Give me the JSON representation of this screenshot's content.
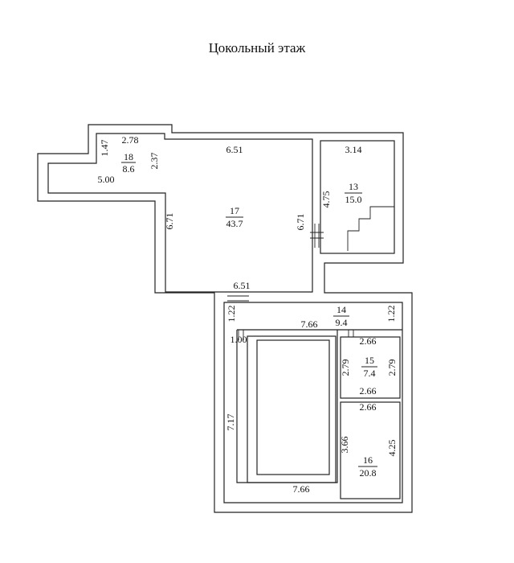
{
  "title": "Цокольный этаж",
  "rooms": [
    {
      "number": "18",
      "area": "8.6"
    },
    {
      "number": "17",
      "area": "43.7"
    },
    {
      "number": "13",
      "area": "15.0"
    },
    {
      "number": "14",
      "area": "9.4"
    },
    {
      "number": "15",
      "area": "7.4"
    },
    {
      "number": "16",
      "area": "20.8"
    }
  ],
  "dimensions": {
    "d18_top": "2.78",
    "d18_left": "1.47",
    "d18_right": "2.37",
    "d18_bottom": "5.00",
    "d17_top": "6.51",
    "d17_left": "6.71",
    "d17_right": "6.71",
    "d17_bottom": "6.51",
    "d13_top": "3.14",
    "d13_left": "4.75",
    "d14_left": "1.22",
    "d14_right": "1.22",
    "d14_width": "7.66",
    "d_step": "1.00",
    "d15_top": "2.66",
    "d15_left": "2.79",
    "d15_right": "2.79",
    "d15_bottom": "2.66",
    "d16_top": "2.66",
    "d16_left": "3.66",
    "d16_right": "4.25",
    "d_pool_left": "7.17",
    "d_pool_bottom": "7.66"
  }
}
